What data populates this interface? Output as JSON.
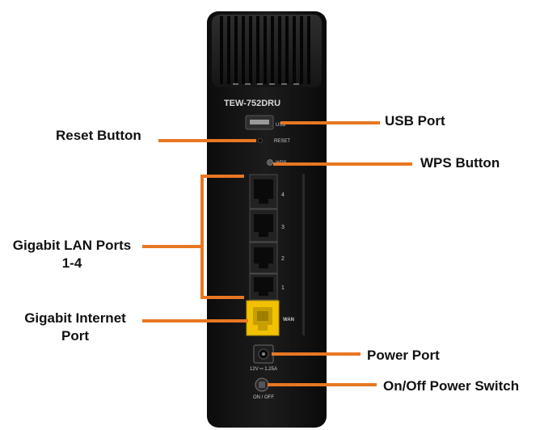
{
  "device": {
    "model": "TEW-752DRU",
    "labels": {
      "usb": "USB",
      "reset": "RESET",
      "wps": "WPS",
      "lan4": "4",
      "lan3": "3",
      "lan2": "2",
      "lan1": "1",
      "wan": "WAN",
      "power_rating": "12V ═ 1.25A",
      "on_off": "ON / OFF"
    }
  },
  "callouts": {
    "usb_port": "USB Port",
    "reset_button": "Reset Button",
    "wps_button": "WPS Button",
    "lan_ports_line1": "Gigabit LAN Ports",
    "lan_ports_line2": "1-4",
    "internet_port_line1": "Gigabit Internet",
    "internet_port_line2": "Port",
    "power_port": "Power Port",
    "power_switch": "On/Off Power Switch"
  },
  "colors": {
    "leader": "#e87722",
    "body": "#141414",
    "body_edge": "#2a2a2a",
    "port": "#2b2b2b",
    "wan_port": "#f2c200",
    "device_text": "#d8d8d8"
  }
}
